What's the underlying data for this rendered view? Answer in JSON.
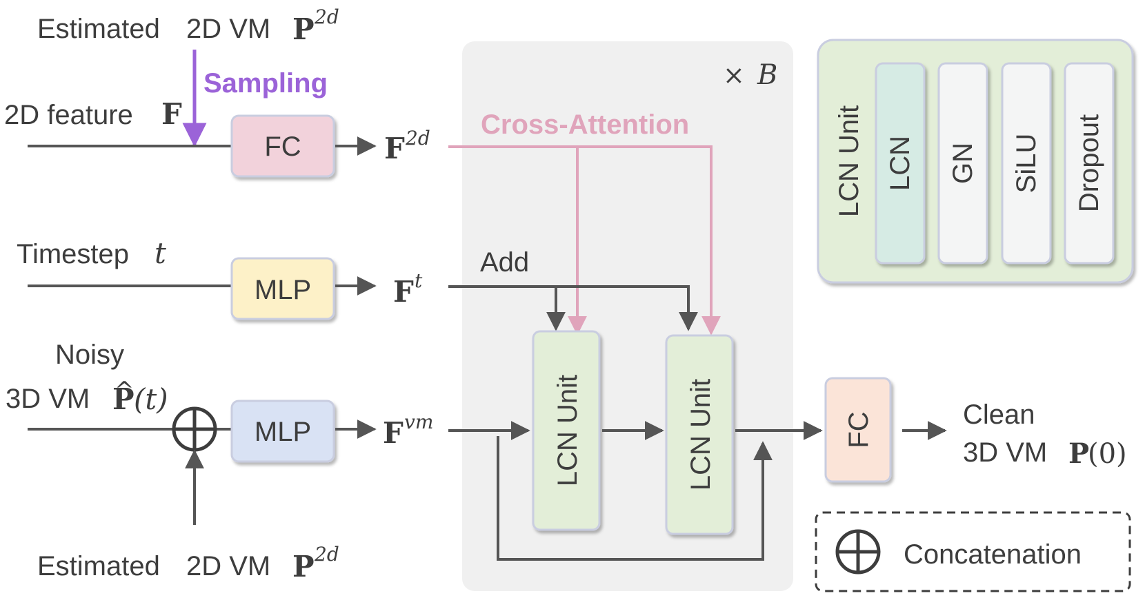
{
  "labels": {
    "est_top": "Estimated",
    "est_top_2d": "2D VM",
    "est_top_P": "P",
    "est_top_sup": "2d",
    "sampling": "Sampling",
    "feature": "2D feature",
    "feature_F": "F",
    "timestep": "Timestep",
    "timestep_t": "t",
    "noisy": "Noisy",
    "noisy_3d": "3D VM",
    "noisy_P": "P",
    "noisy_hat": "^",
    "noisy_arg": "(t)",
    "est_bottom": "Estimated",
    "est_bottom_2d": "2D VM",
    "est_bottom_P": "P",
    "est_bottom_sup": "2d",
    "f2d_F": "F",
    "f2d_sup": "2d",
    "ft_F": "F",
    "ft_sup": "t",
    "fvm_F": "F",
    "fvm_sup": "vm",
    "cross_attention": "Cross-Attention",
    "add": "Add",
    "times": "×",
    "times_B": "B",
    "clean": "Clean",
    "clean_3d": "3D VM",
    "clean_P": "P",
    "clean_arg": "(0)"
  },
  "blocks": {
    "fc_in": "FC",
    "mlp_t": "MLP",
    "mlp_vm": "MLP",
    "lcn_unit_1": "LCN Unit",
    "lcn_unit_2": "LCN Unit",
    "fc_out": "FC"
  },
  "legend": {
    "title": "LCN Unit",
    "items": [
      "LCN",
      "GN",
      "SiLU",
      "Dropout"
    ]
  },
  "concat_legend": "Concatenation",
  "colors": {
    "line": "#555555",
    "sampling": "#9b63d8",
    "cross_attention": "#e0a4bb",
    "fc_in": "#f2d2db",
    "mlp_t": "#fdf1c8",
    "mlp_vm": "#d9e2f4",
    "lcn": "#e3eed8",
    "fc_out": "#fbe4d8",
    "legend_bg": "#e3eed8",
    "legend_lcn": "#d6ebe4",
    "legend_other": "#f4f5f5",
    "panel": "#f0f0f0"
  }
}
